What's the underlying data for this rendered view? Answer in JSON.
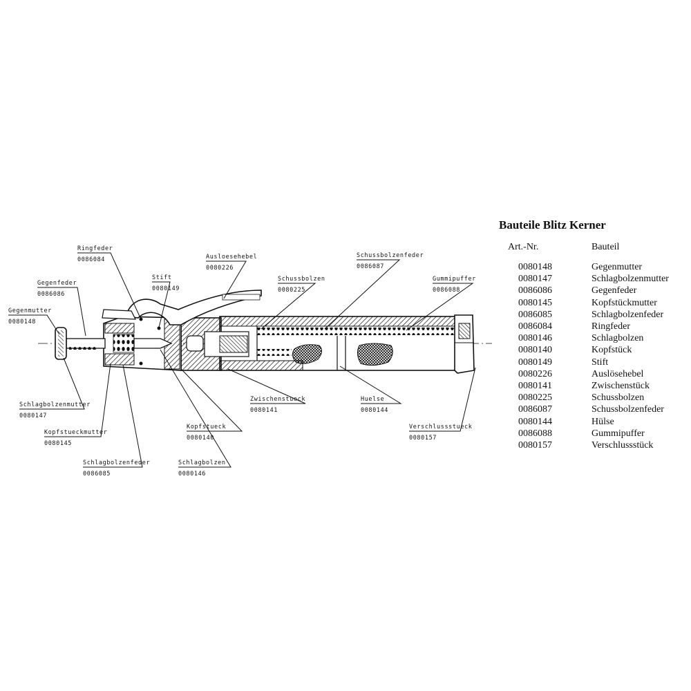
{
  "table": {
    "title": "Bauteile Blitz Kerner",
    "col_art": "Art.-Nr.",
    "col_part": "Bauteil",
    "rows": [
      {
        "art": "0080148",
        "part": "Gegenmutter"
      },
      {
        "art": "0080147",
        "part": "Schlagbolzenmutter"
      },
      {
        "art": "0086086",
        "part": "Gegenfeder"
      },
      {
        "art": "0080145",
        "part": "Kopfstückmutter"
      },
      {
        "art": "0086085",
        "part": "Schlagbolzenfeder"
      },
      {
        "art": "0086084",
        "part": "Ringfeder"
      },
      {
        "art": "0080146",
        "part": "Schlagbolzen"
      },
      {
        "art": "0080140",
        "part": "Kopfstück"
      },
      {
        "art": "0080149",
        "part": "Stift"
      },
      {
        "art": "0080226",
        "part": "Auslösehebel"
      },
      {
        "art": "0080141",
        "part": "Zwischenstück"
      },
      {
        "art": "0080225",
        "part": "Schussbolzen"
      },
      {
        "art": "0086087",
        "part": "Schussbolzenfeder"
      },
      {
        "art": "0080144",
        "part": "Hülse"
      },
      {
        "art": "0086088",
        "part": "Gummipuffer"
      },
      {
        "art": "0080157",
        "part": "Verschlussstück"
      }
    ]
  },
  "callouts": {
    "ringfeder": {
      "name": "Ringfeder",
      "num": "0086084"
    },
    "ausloesehebel": {
      "name": "Ausloesehebel",
      "num": "0080226"
    },
    "schussbolzenfeder": {
      "name": "Schussbolzenfeder",
      "num": "0086087"
    },
    "stift": {
      "name": "Stift",
      "num": "0080149"
    },
    "schussbolzen": {
      "name": "Schussbolzen",
      "num": "0080225"
    },
    "gummipuffer": {
      "name": "Gummipuffer",
      "num": "0086088"
    },
    "gegenfeder": {
      "name": "Gegenfeder",
      "num": "0086086"
    },
    "gegenmutter": {
      "name": "Gegenmutter",
      "num": "0080148"
    },
    "schlagbolzenmutter": {
      "name": "Schlagbolzenmutter",
      "num": "0080147"
    },
    "kopfstueckmutter": {
      "name": "Kopfstueckmutter",
      "num": "0080145"
    },
    "schlagbolzenfeder": {
      "name": "Schlagbolzenfeder",
      "num": "0086085"
    },
    "schlagbolzen": {
      "name": "Schlagbolzen",
      "num": "0080146"
    },
    "kopfstueck": {
      "name": "Kopfstueck",
      "num": "0080140"
    },
    "zwischenstueck": {
      "name": "Zwischenstueck",
      "num": "0080141"
    },
    "huelse": {
      "name": "Huelse",
      "num": "0080144"
    },
    "verschlussstueck": {
      "name": "Verschlussstueck",
      "num": "0080157"
    }
  }
}
